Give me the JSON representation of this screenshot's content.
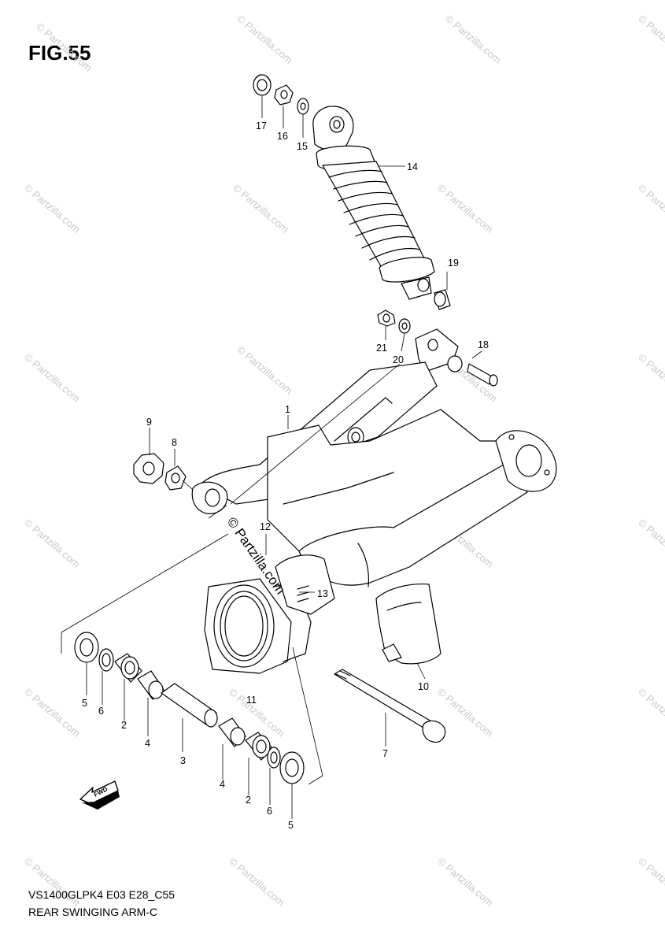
{
  "figure": {
    "title": "FIG.55",
    "model_code": "VS1400GLPK4 E03 E28_C55",
    "section_name": "REAR SWINGING ARM-C"
  },
  "watermark": {
    "text": "© Partzilla.com"
  },
  "direction_marker": {
    "label": "FWD",
    "icon": "forward-arrow-icon"
  },
  "callouts": {
    "c1": "1",
    "c2a": "2",
    "c2b": "2",
    "c3": "3",
    "c4a": "4",
    "c4b": "4",
    "c5a": "5",
    "c5b": "5",
    "c6a": "6",
    "c6b": "6",
    "c7": "7",
    "c8": "8",
    "c9": "9",
    "c10": "10",
    "c11": "11",
    "c12": "12",
    "c13": "13",
    "c14": "14",
    "c15": "15",
    "c16": "16",
    "c17": "17",
    "c18": "18",
    "c19": "19",
    "c20": "20",
    "c21": "21"
  }
}
